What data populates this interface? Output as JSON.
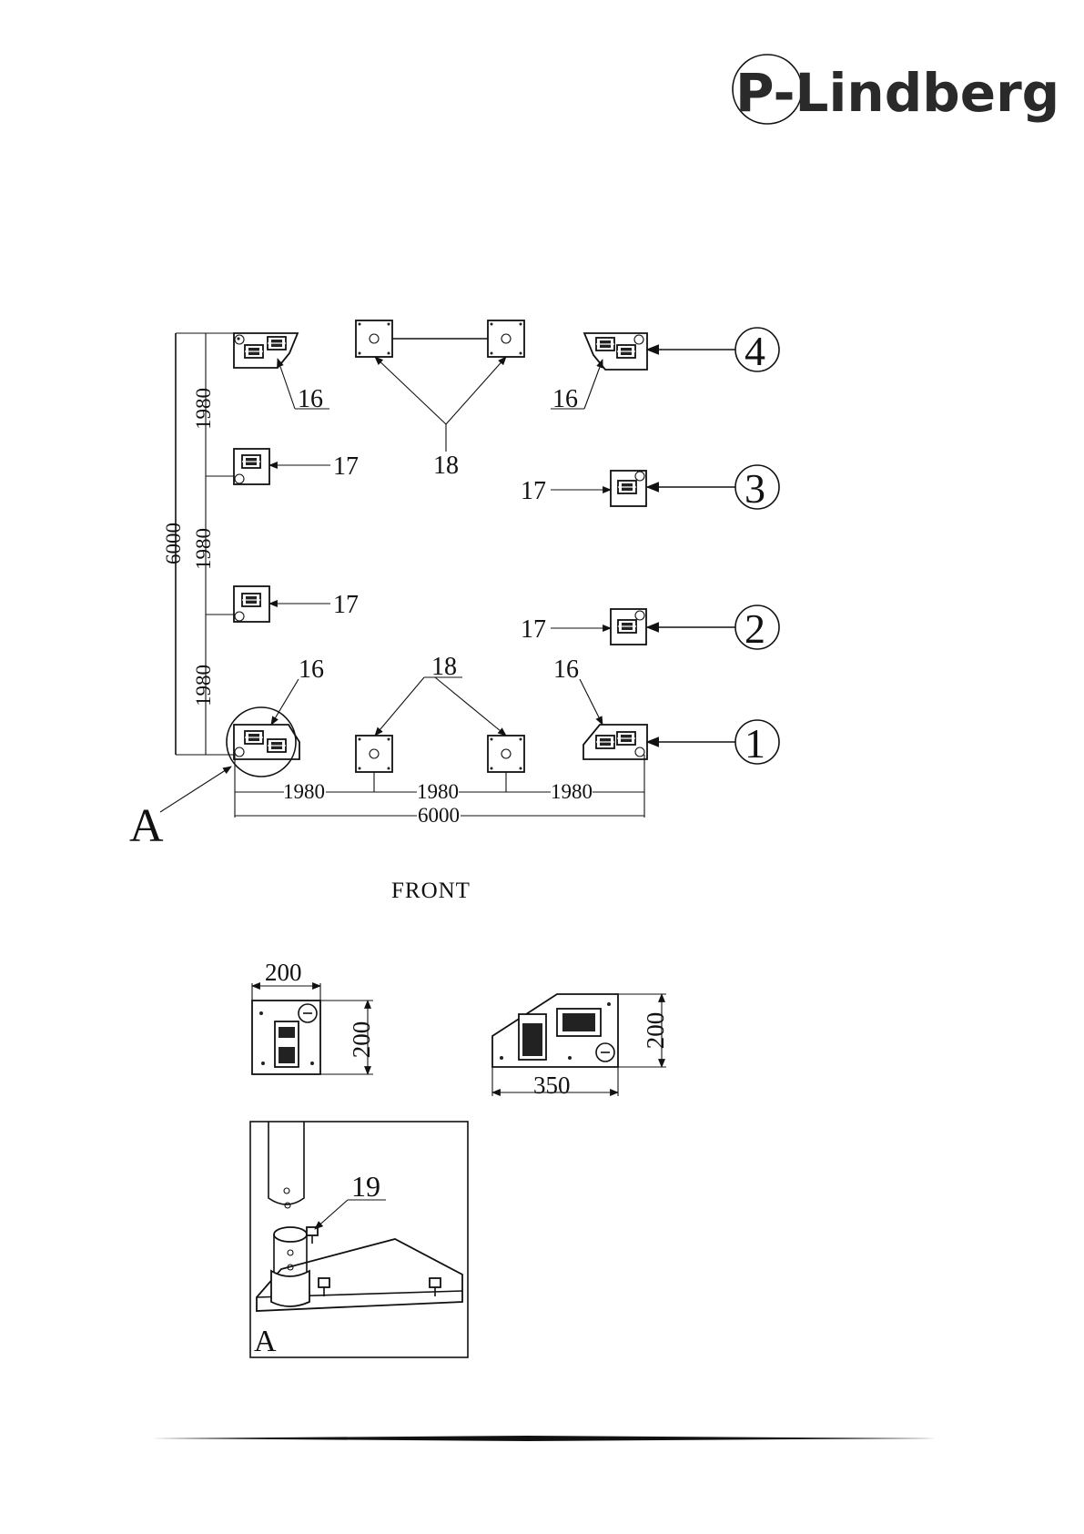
{
  "logo": {
    "text": "P-Lindberg"
  },
  "layout_view": {
    "caption": "FRONT",
    "dimensions": {
      "span_x": [
        "1980",
        "1980",
        "1980"
      ],
      "total_x": "6000",
      "span_y": [
        "1980",
        "1980",
        "1980"
      ],
      "total_y": "6000"
    },
    "part_labels": {
      "corner_plate_top_left": "16",
      "corner_plate_top_right": "16",
      "corner_plate_bottom_left": "16",
      "corner_plate_bottom_right": "16",
      "side_plate_left_1": "17",
      "side_plate_left_2": "17",
      "side_plate_right_3": "17",
      "side_plate_right_2": "17",
      "base_plates_top": "18",
      "base_plates_bottom": "18"
    },
    "station_numbers": [
      "1",
      "2",
      "3",
      "4"
    ],
    "detail_callout": "A"
  },
  "details": {
    "square_plate": {
      "width": "200",
      "height": "200"
    },
    "corner_plate": {
      "width": "350",
      "height": "200"
    },
    "detail_a": {
      "label": "A",
      "part": "19"
    }
  }
}
